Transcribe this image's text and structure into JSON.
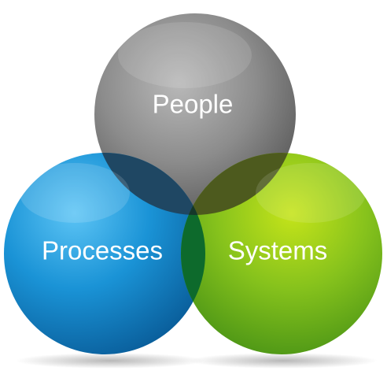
{
  "diagram": {
    "type": "venn",
    "circles": [
      {
        "id": "people",
        "label": "People",
        "color": "#8a8a8a"
      },
      {
        "id": "processes",
        "label": "Processes",
        "color": "#1e90d2"
      },
      {
        "id": "systems",
        "label": "Systems",
        "color": "#7cc21e"
      }
    ],
    "overlap_colors": {
      "people_processes": "#1f4a66",
      "people_systems": "#4a5a1c",
      "processes_systems": "#0f6a2a",
      "center": "#1a3a24"
    }
  }
}
